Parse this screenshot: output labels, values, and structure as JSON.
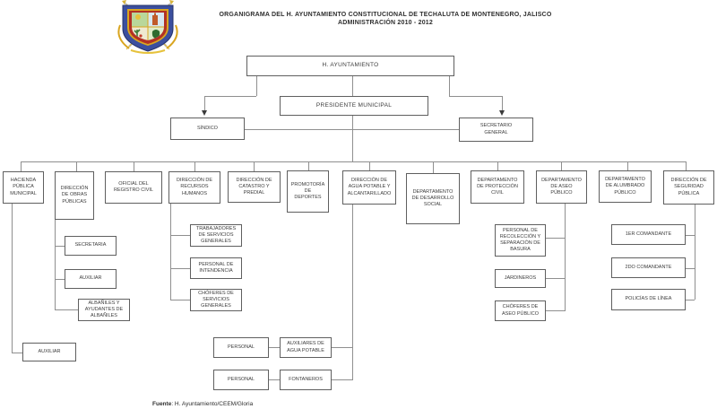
{
  "title": {
    "line1": "ORGANIGRAMA DEL H. AYUNTAMIENTO CONSTITUCIONAL DE TECHALUTA DE MONTENEGRO, JALISCO",
    "line2": "ADMINISTRACIÓN 2010 - 2012"
  },
  "footer": {
    "label": "Fuente",
    "rest": ": H. Ayuntamiento/CEEM/Gloria"
  },
  "colors": {
    "line": "#8f8f8f",
    "box_border": "#5f5f5f",
    "text": "#3c3c3c",
    "shield_blue": "#3b4f9f",
    "shield_red": "#b23124",
    "shield_gold": "#d9a520"
  },
  "nodes": {
    "ayuntamiento": {
      "label": "H. AYUNTAMIENTO",
      "reports_to": null
    },
    "presidente": {
      "label": "PRESIDENTE MUNICIPAL",
      "reports_to": "ayuntamiento"
    },
    "sindico": {
      "label": "SÍNDICO",
      "reports_to": "ayuntamiento"
    },
    "secretario": {
      "label": "SECRETARIO\nGENERAL",
      "reports_to": "ayuntamiento"
    },
    "hacienda": {
      "label": "HACIENDA\nPÚBLICA\nMUNICIPAL",
      "reports_to": "presidente"
    },
    "obras": {
      "label": "DIRECCIÓN\nDE OBRAS\nPÚBLICAS",
      "reports_to": "presidente"
    },
    "registro": {
      "label": "OFICIAL DEL\nREGISTRO CIVIL",
      "reports_to": "presidente"
    },
    "recursos": {
      "label": "DIRECCIÓN DE\nRECURSOS\nHUMANOS",
      "reports_to": "presidente"
    },
    "catastro": {
      "label": "DIRECCIÓN DE\nCATASTRO Y\nPREDIAL",
      "reports_to": "presidente"
    },
    "promotoria": {
      "label": "PROMOTORÍA\nDE\nDEPORTES",
      "reports_to": "presidente"
    },
    "agua": {
      "label": "DIRECCIÓN DE\nAGUA POTABLE Y\nALCANTARILLADO",
      "reports_to": "presidente"
    },
    "desarrollo": {
      "label": "DEPARTAMENTO\nDE DESARROLLO\nSOCIAL",
      "reports_to": "presidente"
    },
    "proteccion": {
      "label": "DEPARTAMENTO\nDE PROTECCIÓN\nCIVIL",
      "reports_to": "presidente"
    },
    "aseo": {
      "label": "DEPARTAMENTO\nDE ASEO\nPÚBLICO",
      "reports_to": "presidente"
    },
    "alumbrado": {
      "label": "DEPARTAMENTO\nDE ALUMBRADO\nPÚBLICO",
      "reports_to": "presidente"
    },
    "seguridad": {
      "label": "DIRECCIÓN DE\nSEGURIDAD\nPÚBLICA",
      "reports_to": "presidente"
    },
    "aux_hacienda": {
      "label": "AUXILIAR",
      "reports_to": "hacienda"
    },
    "secretaria_obras": {
      "label": "SECRETARIA",
      "reports_to": "obras"
    },
    "aux_obras": {
      "label": "AUXILIAR",
      "reports_to": "obras"
    },
    "albaniles": {
      "label": "ALBAÑILES Y\nAYUDANTES DE\nALBAÑILES",
      "reports_to": "obras"
    },
    "trabajadores": {
      "label": "TRABAJADORES\nDE SERVICIOS\nGENERALES",
      "reports_to": "recursos"
    },
    "intendencia": {
      "label": "PERSONAL DE\nINTENDENCIA",
      "reports_to": "recursos"
    },
    "choferes_sg": {
      "label": "CHÓFERES DE\nSERVICIOS\nGENERALES",
      "reports_to": "recursos"
    },
    "personal_agua_1": {
      "label": "PERSONAL",
      "reports_to": "aux_agua"
    },
    "aux_agua": {
      "label": "AUXILIARES DE\nAGUA POTABLE",
      "reports_to": "agua"
    },
    "personal_agua_2": {
      "label": "PERSONAL",
      "reports_to": "fontaneros"
    },
    "fontaneros": {
      "label": "FONTANEROS",
      "reports_to": "agua"
    },
    "recoleccion": {
      "label": "PERSONAL DE\nRECOLECCIÓN Y\nSEPARACIÓN DE\nBASURA",
      "reports_to": "aseo"
    },
    "jardineros": {
      "label": "JARDINEROS",
      "reports_to": "aseo"
    },
    "choferes_aseo": {
      "label": "CHÓFERES DE\nASEO PÚBLICO",
      "reports_to": "aseo"
    },
    "comandante1": {
      "label": "1ER COMANDANTE",
      "reports_to": "seguridad"
    },
    "comandante2": {
      "label": "2DO COMANDANTE",
      "reports_to": "seguridad"
    },
    "policias": {
      "label": "POLICÍAS DE LÍNEA",
      "reports_to": "seguridad"
    }
  }
}
